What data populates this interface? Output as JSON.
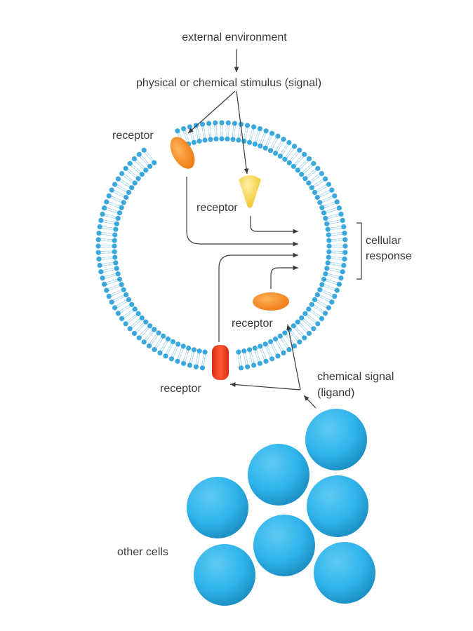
{
  "labels": {
    "external_environment": "external environment",
    "stimulus": "physical or chemical stimulus (signal)",
    "receptor_top_left": "receptor",
    "receptor_inner": "receptor",
    "receptor_cytoplasmic": "receptor",
    "receptor_bottom": "receptor",
    "cellular_response_line1": "cellular",
    "cellular_response_line2": "response",
    "chemical_signal_line1": "chemical signal",
    "chemical_signal_line2": "(ligand)",
    "other_cells": "other cells"
  },
  "colors": {
    "membrane_head": "#3aa8dc",
    "membrane_tail": "#9fd3ee",
    "receptor_orange": "#f58a1f",
    "receptor_yellow": "#f4d24a",
    "receptor_red": "#ee3a1f",
    "other_cell": "#2fb5ec",
    "text": "#3a3a3a"
  },
  "icons": {
    "membrane": "phospholipid-bilayer-ring",
    "arrows": "arrowhead"
  }
}
